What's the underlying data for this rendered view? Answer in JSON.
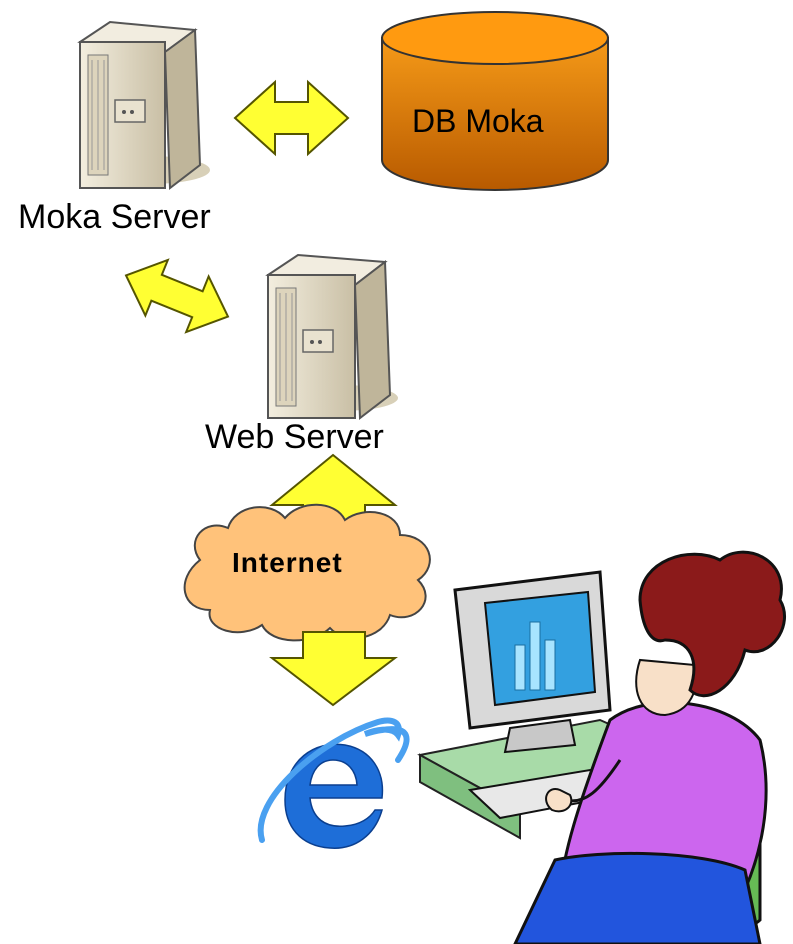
{
  "labels": {
    "moka_server": "Moka Server",
    "web_server": "Web Server",
    "database": "DB Moka",
    "internet": "Internet"
  },
  "colors": {
    "arrow_fill": "#ffff33",
    "arrow_stroke": "#7a7a00",
    "cylinder_top": "#ff9900",
    "cylinder_body": "#dd7a10",
    "cloud_fill": "#ffcc88",
    "server_body": "#e8e0cc",
    "monitor_screen": "#33a0e0",
    "desk": "#a8d8a8",
    "hair": "#8b1a1a",
    "shirt": "#cc66ee",
    "chair": "#66bb55",
    "ie_logo": "#1e6ed8"
  },
  "icons": [
    "server-icon",
    "database-icon",
    "cloud-icon",
    "internet-explorer-icon",
    "user-at-computer-icon",
    "bidirectional-arrow-icon"
  ]
}
